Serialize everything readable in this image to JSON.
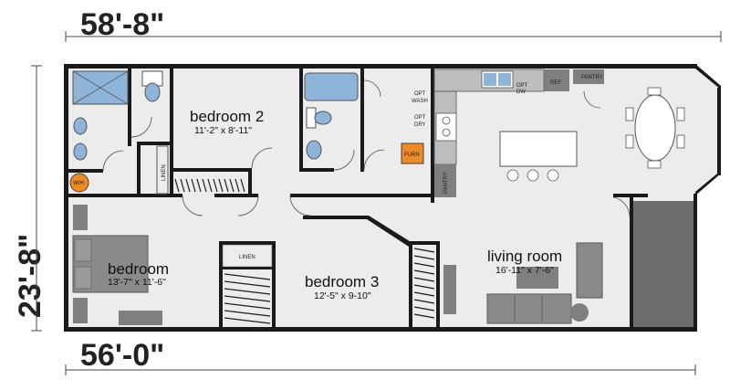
{
  "dimensions": {
    "overall_length": "58'-8\"",
    "body_length": "56'-0\"",
    "width": "23'-8\""
  },
  "rooms": {
    "bedroom_2": {
      "name": "bedroom 2",
      "size": "11'-2\" x 8'-11\""
    },
    "bedroom": {
      "name": "bedroom",
      "size": "13'-7\" x 11'-6\""
    },
    "bedroom_3": {
      "name": "bedroom 3",
      "size": "12'-5\" x 9-10\""
    },
    "living_room": {
      "name": "living room",
      "size": "16'-11\" x 7'-6\""
    }
  },
  "labels": {
    "linen_1": "LINEN",
    "linen_2": "LINEN",
    "pantry_1": "PANTRY",
    "pantry_2": "PANTRY",
    "wh": "W/H",
    "furn": "FURN",
    "ref": "REF",
    "opt_dw_1": "OPT",
    "opt_dw_2": "DW",
    "opt_wash_1": "OPT",
    "opt_wash_2": "WASH",
    "opt_dry_1": "OPT",
    "opt_dry_2": "DRY"
  },
  "colors": {
    "floor": "#ececec",
    "wall": "#1a1a1a",
    "tub": "#8fb4d9",
    "water_heater": "#f08a24",
    "furnace": "#f08a24",
    "porch": "#6e6e6e"
  }
}
